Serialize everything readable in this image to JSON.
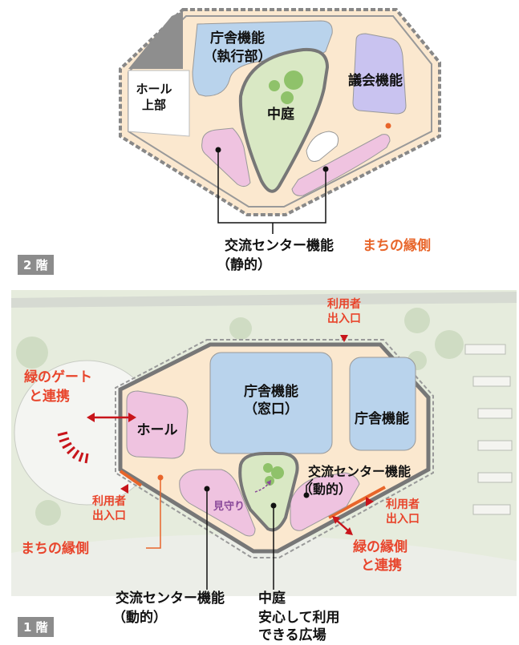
{
  "floor2": {
    "badge": "2 階",
    "office": [
      "庁舎機能",
      "（執行部）"
    ],
    "hall_upper": [
      "ホール",
      "上部"
    ],
    "courtyard": "中庭",
    "assembly": "議会機能",
    "exchange_static": [
      "交流センター機能",
      "（静的）"
    ],
    "machi_engawa": "まちの縁側"
  },
  "floor1": {
    "badge": "1 階",
    "office_window": [
      "庁舎機能",
      "（窓口）"
    ],
    "office": "庁舎機能",
    "hall": "ホール",
    "green_gate": [
      "緑のゲート",
      "と連携"
    ],
    "entrance_top": [
      "利用者",
      "出入口"
    ],
    "entrance_left": [
      "利用者",
      "出入口"
    ],
    "entrance_right": [
      "利用者",
      "出入口"
    ],
    "exchange_dynamic_right": [
      "交流センター機能",
      "（動的）"
    ],
    "mimamori": "見守り",
    "machi_engawa": "まちの縁側",
    "green_engawa": [
      "緑の縁側",
      "と連携"
    ],
    "exchange_dynamic_bottom": [
      "交流センター機能",
      "（動的）"
    ],
    "courtyard": "中庭",
    "courtyard_desc": [
      "安心して利用",
      "できる広場"
    ]
  },
  "colors": {
    "floor_fill": "#fbe8cf",
    "office_blue": "#b9d3ec",
    "assembly_purple": "#c9c3f0",
    "pink": "#efc3e0",
    "green": "#d9e8c4",
    "red_label": "#e8452c",
    "orange_label": "#e8652a",
    "site_green": "#dde8d4"
  }
}
